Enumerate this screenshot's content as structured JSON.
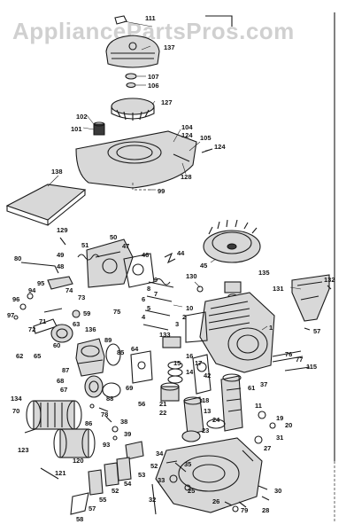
{
  "watermark": {
    "text": "AppliancePartsPros.com"
  },
  "labels": [
    {
      "id": "111",
      "t": "111"
    },
    {
      "id": "137",
      "t": "137"
    },
    {
      "id": "107",
      "t": "107"
    },
    {
      "id": "106",
      "t": "106"
    },
    {
      "id": "127",
      "t": "127"
    },
    {
      "id": "102",
      "t": "102"
    },
    {
      "id": "101",
      "t": "101"
    },
    {
      "id": "104",
      "t": "104"
    },
    {
      "id": "124a",
      "t": "124"
    },
    {
      "id": "105",
      "t": "105"
    },
    {
      "id": "124b",
      "t": "124"
    },
    {
      "id": "128",
      "t": "128"
    },
    {
      "id": "138",
      "t": "138"
    },
    {
      "id": "99",
      "t": "99"
    },
    {
      "id": "129",
      "t": "129"
    },
    {
      "id": "51",
      "t": "51"
    },
    {
      "id": "50",
      "t": "50"
    },
    {
      "id": "47",
      "t": "47"
    },
    {
      "id": "49",
      "t": "49"
    },
    {
      "id": "48",
      "t": "48"
    },
    {
      "id": "46",
      "t": "46"
    },
    {
      "id": "80",
      "t": "80"
    },
    {
      "id": "95",
      "t": "95"
    },
    {
      "id": "74",
      "t": "74"
    },
    {
      "id": "73",
      "t": "73"
    },
    {
      "id": "94",
      "t": "94"
    },
    {
      "id": "96",
      "t": "96"
    },
    {
      "id": "97",
      "t": "97"
    },
    {
      "id": "72",
      "t": "72"
    },
    {
      "id": "71",
      "t": "71"
    },
    {
      "id": "59",
      "t": "59"
    },
    {
      "id": "75",
      "t": "75"
    },
    {
      "id": "136",
      "t": "136"
    },
    {
      "id": "60",
      "t": "60"
    },
    {
      "id": "62",
      "t": "62"
    },
    {
      "id": "65",
      "t": "65"
    },
    {
      "id": "63",
      "t": "63"
    },
    {
      "id": "89",
      "t": "89"
    },
    {
      "id": "87",
      "t": "87"
    },
    {
      "id": "68",
      "t": "68"
    },
    {
      "id": "67",
      "t": "67"
    },
    {
      "id": "134",
      "t": "134"
    },
    {
      "id": "70",
      "t": "70"
    },
    {
      "id": "123",
      "t": "123"
    },
    {
      "id": "45",
      "t": "45"
    },
    {
      "id": "135",
      "t": "135"
    },
    {
      "id": "130",
      "t": "130"
    },
    {
      "id": "131",
      "t": "131"
    },
    {
      "id": "132",
      "t": "132"
    },
    {
      "id": "57a",
      "t": "57"
    },
    {
      "id": "10",
      "t": "10"
    },
    {
      "id": "133",
      "t": "133"
    },
    {
      "id": "1",
      "t": "1"
    },
    {
      "id": "76",
      "t": "76"
    },
    {
      "id": "77",
      "t": "77"
    },
    {
      "id": "115",
      "t": "115"
    },
    {
      "id": "37",
      "t": "37"
    },
    {
      "id": "61",
      "t": "61"
    },
    {
      "id": "42",
      "t": "42"
    },
    {
      "id": "17",
      "t": "17"
    },
    {
      "id": "16",
      "t": "16"
    },
    {
      "id": "15",
      "t": "15"
    },
    {
      "id": "14",
      "t": "14"
    },
    {
      "id": "18",
      "t": "18"
    },
    {
      "id": "21",
      "t": "21"
    },
    {
      "id": "22",
      "t": "22"
    },
    {
      "id": "13",
      "t": "13"
    },
    {
      "id": "11",
      "t": "11"
    },
    {
      "id": "19",
      "t": "19"
    },
    {
      "id": "20",
      "t": "20"
    },
    {
      "id": "24",
      "t": "24"
    },
    {
      "id": "23",
      "t": "23"
    },
    {
      "id": "27",
      "t": "27"
    },
    {
      "id": "31",
      "t": "31"
    },
    {
      "id": "34",
      "t": "34"
    },
    {
      "id": "35",
      "t": "35"
    },
    {
      "id": "33",
      "t": "33"
    },
    {
      "id": "25",
      "t": "25"
    },
    {
      "id": "26",
      "t": "26"
    },
    {
      "id": "79",
      "t": "79"
    },
    {
      "id": "30",
      "t": "30"
    },
    {
      "id": "28",
      "t": "28"
    },
    {
      "id": "32",
      "t": "32"
    },
    {
      "id": "52a",
      "t": "52"
    },
    {
      "id": "53",
      "t": "53"
    },
    {
      "id": "54",
      "t": "54"
    },
    {
      "id": "52b",
      "t": "52"
    },
    {
      "id": "55",
      "t": "55"
    },
    {
      "id": "57b",
      "t": "57"
    },
    {
      "id": "58",
      "t": "58"
    },
    {
      "id": "120",
      "t": "120"
    },
    {
      "id": "121",
      "t": "121"
    },
    {
      "id": "38",
      "t": "38"
    },
    {
      "id": "39",
      "t": "39"
    },
    {
      "id": "93",
      "t": "93"
    },
    {
      "id": "78",
      "t": "78"
    },
    {
      "id": "86",
      "t": "86"
    },
    {
      "id": "69",
      "t": "69"
    },
    {
      "id": "88",
      "t": "88"
    },
    {
      "id": "56",
      "t": "56"
    },
    {
      "id": "9",
      "t": "9"
    },
    {
      "id": "8",
      "t": "8"
    },
    {
      "id": "7",
      "t": "7"
    },
    {
      "id": "6",
      "t": "6"
    },
    {
      "id": "5",
      "t": "5"
    },
    {
      "id": "4",
      "t": "4"
    },
    {
      "id": "2",
      "t": "2"
    },
    {
      "id": "3",
      "t": "3"
    },
    {
      "id": "64",
      "t": "64"
    },
    {
      "id": "85",
      "t": "85"
    },
    {
      "id": "44",
      "t": "44"
    }
  ]
}
